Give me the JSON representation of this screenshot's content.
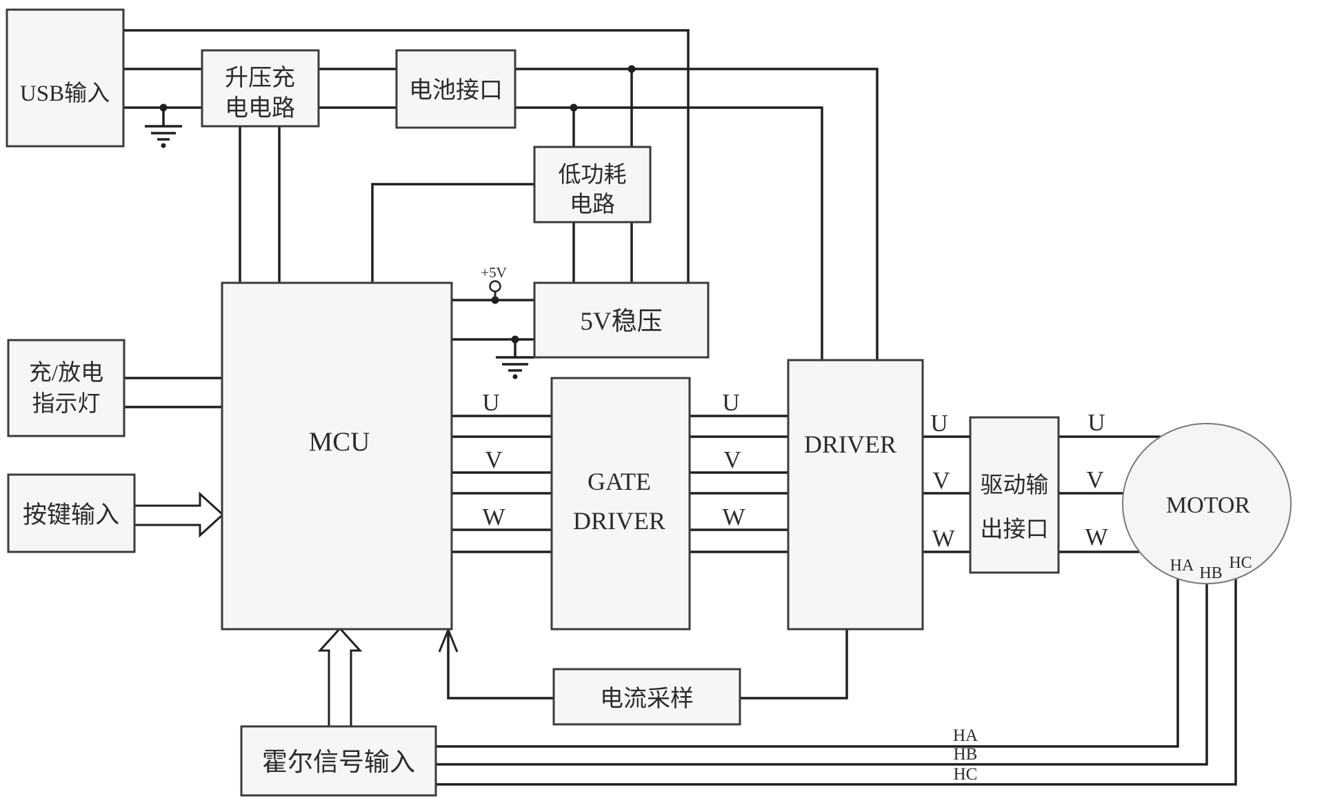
{
  "diagram_type": "motor-driver-system-block-diagram",
  "colors": {
    "background": "#ffffff",
    "wire": "#1f1f1f",
    "box_border": "#3b3b3b",
    "box_fill": "#f6f6f5",
    "text": "#2b2b2b"
  },
  "blocks": {
    "usb_input": {
      "label": "USB输入"
    },
    "boost_charger": {
      "label": "升压充电电路",
      "lines": [
        "升压充",
        "电电路"
      ]
    },
    "battery_interface": {
      "label": "电池接口"
    },
    "low_power": {
      "label": "低功耗电路",
      "lines": [
        "低功耗",
        "电路"
      ]
    },
    "regulator_5v": {
      "label": "5V稳压"
    },
    "mcu": {
      "label": "MCU"
    },
    "charge_indicator": {
      "label": "充/放电指示灯",
      "lines": [
        "充/放电",
        "指示灯"
      ]
    },
    "key_input": {
      "label": "按键输入"
    },
    "gate_driver": {
      "label": "GATE DRIVER",
      "lines": [
        "GATE",
        "DRIVER"
      ]
    },
    "driver": {
      "label": "DRIVER"
    },
    "drive_output_port": {
      "label": "驱动输出接口",
      "lines": [
        "驱动输",
        "出接口"
      ]
    },
    "motor": {
      "label": "MOTOR",
      "hall_terminals": [
        "HA",
        "HB",
        "HC"
      ]
    },
    "current_sampling": {
      "label": "电流采样"
    },
    "hall_signal_input": {
      "label": "霍尔信号输入"
    }
  },
  "signals": {
    "power_rail_label": "+5V",
    "phase_sets": {
      "mcu_gate": [
        "U",
        "V",
        "W"
      ],
      "gate_driver": [
        "U",
        "V",
        "W"
      ],
      "driver_output": [
        "U",
        "V",
        "W"
      ],
      "output_motor": [
        "U",
        "V",
        "W"
      ]
    },
    "hall_lines": [
      "HA",
      "HB",
      "HC"
    ]
  }
}
